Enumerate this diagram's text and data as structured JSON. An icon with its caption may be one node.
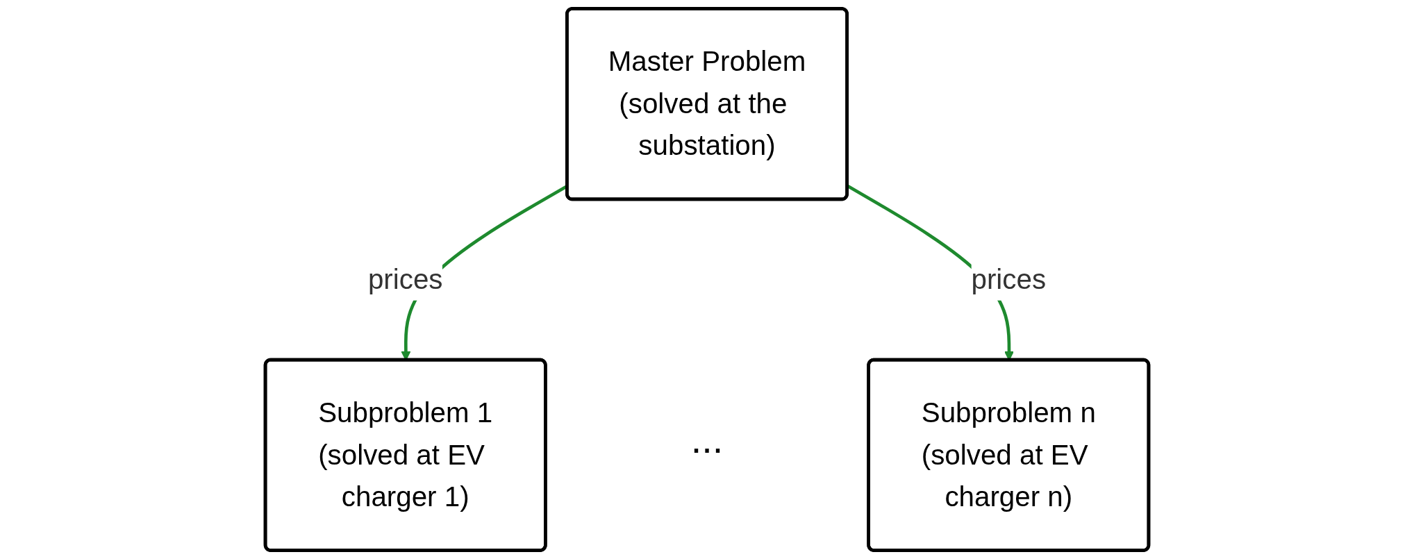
{
  "diagram": {
    "nodes": [
      {
        "text": [
          "Master Problem",
          "(solved at the substation)"
        ]
      },
      {
        "text": [
          "Subproblem 1",
          "(solved at EV charger 1)"
        ]
      },
      {
        "text": [
          "Subproblem n",
          "(solved at EV charger n)"
        ]
      }
    ],
    "edges": [
      {
        "from": 0,
        "to": 1,
        "arrow": "to",
        "label": "prices",
        "color": "#1e8a2e"
      },
      {
        "from": 0,
        "to": 2,
        "arrow": "to",
        "label": "prices",
        "color": "#1e8a2e"
      }
    ],
    "labels": [
      "..."
    ]
  }
}
